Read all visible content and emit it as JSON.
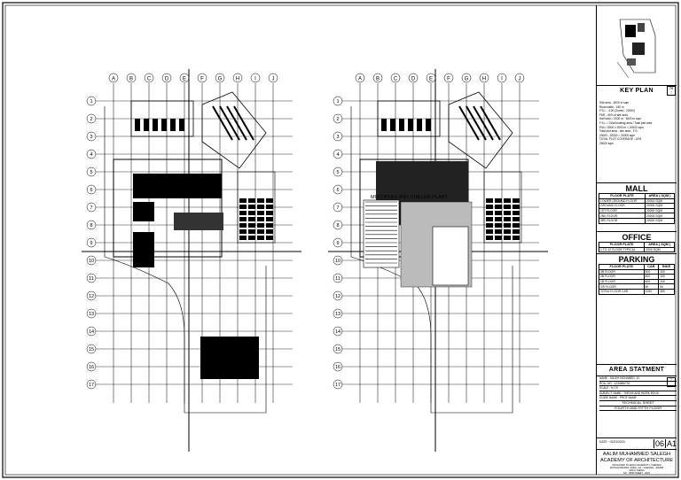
{
  "sheet": {
    "columns_left": [
      "A",
      "B",
      "C",
      "D",
      "E",
      "F",
      "G",
      "H",
      "I",
      "J"
    ],
    "columns_right": [
      "A",
      "B",
      "C",
      "D",
      "E",
      "F",
      "G",
      "H",
      "I",
      "J"
    ],
    "rows": [
      "1",
      "2",
      "3",
      "4",
      "5",
      "6",
      "7",
      "8",
      "9",
      "10",
      "11",
      "12",
      "13",
      "14",
      "15",
      "16",
      "17"
    ],
    "section_marker": "1",
    "annotation_right": "MULTIPLEX AND CHILLER PLANT"
  },
  "titleblock": {
    "key_plan": "KEY PLAN",
    "north": "N",
    "site_notes": [
      "Site area - 5000 m sqm",
      "Road width - 180 m",
      "F.S.I. - 4.00  (Zoned - 20000)",
      "FAR - 40% of site area",
      "   Hall total = 2000 m · 3600 m sqm",
      "F.S.I. = Total building area / Total plot area",
      "Plot = 5000 x 2000 m = 20000 sqm",
      "Total plot area - site area - F.S.",
      "   20000 - 20000 = 20000 sqm",
      "TOTAL PLOT COVERAGE - 40%",
      "   20000 sqm"
    ],
    "mall": "MALL",
    "mall_head": [
      "FLOOR PLATE",
      "AREA ( SQM )"
    ],
    "mall_rows": [
      [
        "LOWER GROUND FLOOR",
        "20000 SQM"
      ],
      [
        "GROUND FLOOR",
        "20000 SQM"
      ],
      [
        "1ST FLOOR",
        "20000 SQM"
      ],
      [
        "2ND FLOOR",
        "20000 SQM"
      ],
      [
        "3RD FLOOR",
        "20000 SQM"
      ]
    ],
    "office": "OFFICE",
    "office_head": [
      "FLOOR PLATE",
      "AREA ( SQM )"
    ],
    "office_rows": [
      [
        "1 TO 12 FLOOR TYPICAL",
        "2000 SQM"
      ]
    ],
    "parking": "PARKING",
    "parking_head": [
      "FLOOR PLATE",
      "CAR",
      "BIKE"
    ],
    "parking_rows": [
      [
        "3B FLOOR",
        "400",
        "100"
      ],
      [
        "2B FLOOR",
        "400",
        "100"
      ],
      [
        "1B FLOOR",
        "400",
        "100"
      ],
      [
        "GR FLOOR",
        "50",
        "50"
      ],
      [
        "TOTAL FLOOR CAR",
        "1250",
        "350"
      ]
    ],
    "area_statement": "AREA STATMENT",
    "info_lines": [
      "NAME : SALEH MOHAMED, 10",
      "ROLL NO : 1234566732",
      "SCALE : N.T.S",
      "SUBJECT NAME : THESIS AND WORK BOOK",
      "GUIDE NAME : PROF NAME"
    ],
    "sheet_title_1": "TECHNICAL SHEET",
    "sheet_title_2": "FOURTH AND FIFTH FLOOR",
    "date": "DATE : 01/01/2023",
    "sheet_no": "06",
    "size": "A1",
    "college_1": "AALIM MUHAMMED SALEGH",
    "college_2": "ACADEMY OF ARCHITECTURE",
    "college_small": [
      "AFFILIATED TO ANNA UNIVERSITY, CHENNAI",
      "MUTHAPUDUPET, AVADI, IAF - CHENNAI - 600055",
      "ARCH THESIS",
      "NO : 45/30 SHEET - 2023"
    ]
  }
}
